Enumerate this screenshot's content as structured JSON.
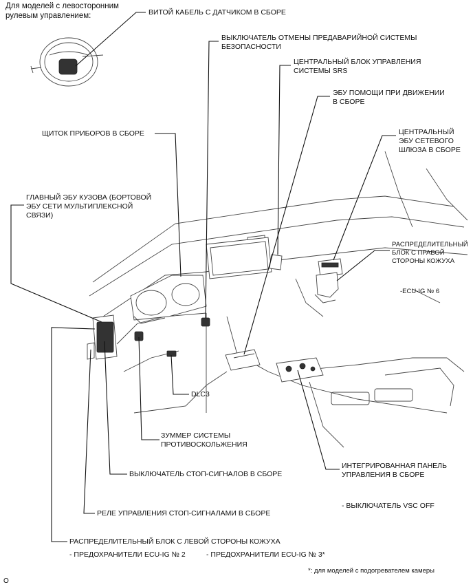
{
  "header_note": "Для моделей с левосторонним\nрулевым управлением:",
  "labels": {
    "spiral_cable": "ВИТОЙ КАБЕЛЬ С ДАТЧИКОМ В СБОРЕ",
    "pcs_off_switch": "ВЫКЛЮЧАТЕЛЬ ОТМЕНЫ ПРЕДАВАРИЙНОЙ СИСТЕМЫ\nБЕЗОПАСНОСТИ",
    "srs_center": "ЦЕНТРАЛЬНЫЙ БЛОК УПРАВЛЕНИЯ\nСИСТЕМЫ SRS",
    "driving_support_ecu": "ЭБУ ПОМОЩИ ПРИ ДВИЖЕНИИ\nВ СБОРЕ",
    "gateway_ecu": "ЦЕНТРАЛЬНЫЙ\nЭБУ СЕТЕВОГО\nШЛЮЗА В СБОРЕ",
    "combination_meter": "ЩИТОК ПРИБОРОВ В СБОРЕ",
    "main_body_ecu": "ГЛАВНЫЙ ЭБУ КУЗОВА (БОРТОВОЙ\nЭБУ СЕТИ МУЛЬТИПЛЕКСНОЙ\nСВЯЗИ)",
    "rh_junction_block": "РАСПРЕДЕЛИТЕЛЬНЫЙ\nБЛОК С ПРАВОЙ\nСТОРОНЫ КОЖУХА",
    "ecu_ig_6": "-ECU-IG № 6",
    "dlc3": "DLC3",
    "skid_buzzer": "ЗУММЕР СИСТЕМЫ\nПРОТИВОСКОЛЬЖЕНИЯ",
    "integrated_panel": "ИНТЕГРИРОВАННАЯ ПАНЕЛЬ\nУПРАВЛЕНИЯ В СБОРЕ",
    "stop_light_switch": "ВЫКЛЮЧАТЕЛЬ СТОП-СИГНАЛОВ В СБОРЕ",
    "vsc_off_switch": "- ВЫКЛЮЧАТЕЛЬ VSC OFF",
    "stop_light_relay": "РЕЛЕ УПРАВЛЕНИЯ СТОП-СИГНАЛАМИ В СБОРЕ",
    "lh_junction_block": "РАСПРЕДЕЛИТЕЛЬНЫЙ БЛОК С ЛЕВОЙ СТОРОНЫ КОЖУХА",
    "fuse_ecu_ig_2": "- ПРЕДОХРАНИТЕЛИ ECU-IG № 2",
    "fuse_ecu_ig_3": "- ПРЕДОХРАНИТЕЛИ ECU-IG № 3*",
    "footnote": "*: для моделей с подогревателем камеры",
    "corner_mark": "O"
  }
}
